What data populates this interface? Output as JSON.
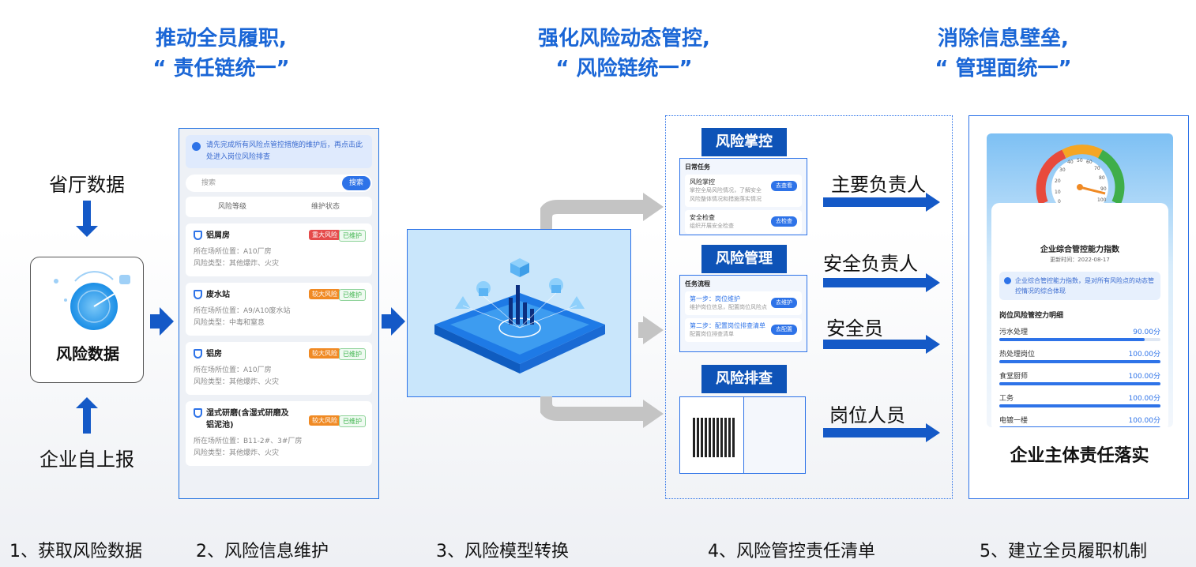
{
  "headlines": [
    {
      "line1": "推动全员履职,",
      "line2": "“ 责任链统一”"
    },
    {
      "line1": "强化风险动态管控,",
      "line2": "“ 风险链统一”"
    },
    {
      "line1": "消除信息壁垒,",
      "line2": "“ 管理面统一”"
    }
  ],
  "sources": {
    "top": "省厅数据",
    "center": "风险数据",
    "bottom": "企业自上报"
  },
  "phone": {
    "notice": "请先完成所有风险点管控措施的维护后，再点击此处进入岗位风险排查",
    "search_placeholder": "搜索",
    "search_button": "搜索",
    "filter_level": "风险等级",
    "filter_state": "维护状态",
    "items": [
      {
        "name": "铝屑房",
        "level": "重大风险",
        "level_kind": "major",
        "state": "已维护",
        "location": "所在场所位置：A10厂房",
        "type": "风险类型：其他爆炸、火灾"
      },
      {
        "name": "废水站",
        "level": "较大风险",
        "level_kind": "big",
        "state": "已维护",
        "location": "所在场所位置：A9/A10废水站",
        "type": "风险类型：中毒和窒息"
      },
      {
        "name": "铝房",
        "level": "较大风险",
        "level_kind": "big",
        "state": "已维护",
        "location": "所在场所位置：A10厂房",
        "type": "风险类型：其他爆炸、火灾"
      },
      {
        "name": "湿式研磨(含湿式研磨及铝泥池)",
        "level": "较大风险",
        "level_kind": "big",
        "state": "已维护",
        "location": "所在场所位置：B11-2#、3#厂房",
        "type": "风险类型：其他爆炸、火灾"
      }
    ]
  },
  "panels": {
    "control": {
      "label": "风险掌控",
      "section": "日常任务",
      "rows": [
        {
          "title": "风险掌控",
          "desc": "掌控全局风险情况，了解安全风险整体情况和措施落实情况",
          "button": "去查看"
        },
        {
          "title": "安全检查",
          "desc": "组织开展安全检查",
          "button": "去检查"
        }
      ]
    },
    "manage": {
      "label": "风险管理",
      "section": "任务流程",
      "rows": [
        {
          "title": "第一步：岗位维护",
          "desc": "维护岗位信息，配置岗位风险点",
          "button": "去维护"
        },
        {
          "title": "第二步：配置岗位排查清单",
          "desc": "配置岗位排查清单",
          "button": "去配置"
        }
      ]
    },
    "check": {
      "label": "风险排查"
    }
  },
  "roles": [
    "主要负责人",
    "安全负责人",
    "安全员",
    "岗位人员"
  ],
  "dashboard": {
    "gauge_value": "90",
    "gauge_ticks": [
      "0",
      "10",
      "20",
      "30",
      "40",
      "50",
      "60",
      "70",
      "80",
      "90",
      "100"
    ],
    "title": "企业综合管控能力指数",
    "update_time": "更新时间：2022-08-17",
    "info": "企业综合管控能力指数，是对所有风险点的动态管控情况的综合体现",
    "detail_title": "岗位风险管控力明细",
    "details": [
      {
        "name": "污水处理",
        "score": "90.00分",
        "value": 90
      },
      {
        "name": "热处理岗位",
        "score": "100.00分",
        "value": 100
      },
      {
        "name": "食堂厨师",
        "score": "100.00分",
        "value": 100
      },
      {
        "name": "工务",
        "score": "100.00分",
        "value": 100
      },
      {
        "name": "电镀一楼",
        "score": "100.00分",
        "value": 100
      }
    ],
    "caption": "企业主体责任落实"
  },
  "steps": [
    "1、获取风险数据",
    "2、风险信息维护",
    "3、风险模型转换",
    "4、风险管控责任清单",
    "5、建立全员履职机制"
  ]
}
